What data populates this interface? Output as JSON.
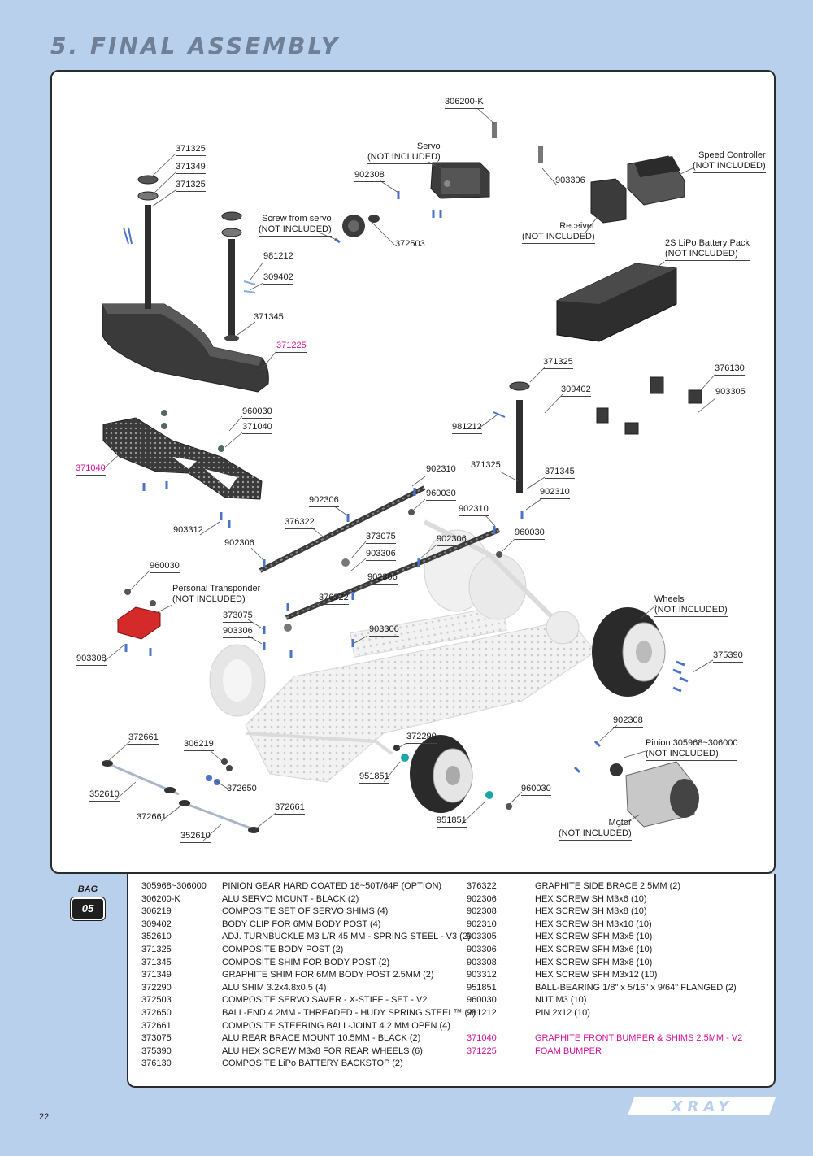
{
  "page": {
    "title": "5. FINAL ASSEMBLY",
    "number": "22"
  },
  "brand": {
    "logo_text": "XRAY"
  },
  "bag": {
    "label": "BAG",
    "number": "05"
  },
  "callouts": [
    {
      "lines": [
        "306200-K"
      ]
    },
    {
      "lines": [
        "Servo",
        "(NOT INCLUDED)"
      ]
    },
    {
      "lines": [
        "Speed Controller",
        "(NOT INCLUDED)"
      ]
    },
    {
      "lines": [
        "371325"
      ]
    },
    {
      "lines": [
        "371349"
      ]
    },
    {
      "lines": [
        "371325"
      ]
    },
    {
      "lines": [
        "902308"
      ]
    },
    {
      "lines": [
        "903306"
      ]
    },
    {
      "lines": [
        "Screw from servo",
        "(NOT INCLUDED)"
      ]
    },
    {
      "lines": [
        "372503"
      ]
    },
    {
      "lines": [
        "Receiver",
        "(NOT INCLUDED)"
      ]
    },
    {
      "lines": [
        "2S LiPo Battery Pack",
        "(NOT INCLUDED)"
      ]
    },
    {
      "lines": [
        "981212"
      ]
    },
    {
      "lines": [
        "309402"
      ]
    },
    {
      "lines": [
        "371345"
      ]
    },
    {
      "lines": [
        "371225"
      ]
    },
    {
      "lines": [
        "371325"
      ]
    },
    {
      "lines": [
        "376130"
      ]
    },
    {
      "lines": [
        "309402"
      ]
    },
    {
      "lines": [
        "903305"
      ]
    },
    {
      "lines": [
        "960030"
      ]
    },
    {
      "lines": [
        "371040"
      ]
    },
    {
      "lines": [
        "981212"
      ]
    },
    {
      "lines": [
        "371040"
      ]
    },
    {
      "lines": [
        "902310"
      ]
    },
    {
      "lines": [
        "371325"
      ]
    },
    {
      "lines": [
        "371345"
      ]
    },
    {
      "lines": [
        "960030"
      ]
    },
    {
      "lines": [
        "902310"
      ]
    },
    {
      "lines": [
        "902306"
      ]
    },
    {
      "lines": [
        "376322"
      ]
    },
    {
      "lines": [
        "902310"
      ]
    },
    {
      "lines": [
        "903312"
      ]
    },
    {
      "lines": [
        "373075"
      ]
    },
    {
      "lines": [
        "960030"
      ]
    },
    {
      "lines": [
        "902306"
      ]
    },
    {
      "lines": [
        "902306"
      ]
    },
    {
      "lines": [
        "903306"
      ]
    },
    {
      "lines": [
        "960030"
      ]
    },
    {
      "lines": [
        "902306"
      ]
    },
    {
      "lines": [
        "Personal Transponder",
        "(NOT INCLUDED)"
      ]
    },
    {
      "lines": [
        "376322"
      ]
    },
    {
      "lines": [
        "Wheels",
        "(NOT INCLUDED)"
      ]
    },
    {
      "lines": [
        "373075"
      ]
    },
    {
      "lines": [
        "903306"
      ]
    },
    {
      "lines": [
        "903306"
      ]
    },
    {
      "lines": [
        "903308"
      ]
    },
    {
      "lines": [
        "375390"
      ]
    },
    {
      "lines": [
        "902308"
      ]
    },
    {
      "lines": [
        "372661"
      ]
    },
    {
      "lines": [
        "372290"
      ]
    },
    {
      "lines": [
        "306219"
      ]
    },
    {
      "lines": [
        "Pinion 305968~306000",
        "(NOT INCLUDED)"
      ]
    },
    {
      "lines": [
        "951851"
      ]
    },
    {
      "lines": [
        "352610"
      ]
    },
    {
      "lines": [
        "372650"
      ]
    },
    {
      "lines": [
        "960030"
      ]
    },
    {
      "lines": [
        "372661"
      ]
    },
    {
      "lines": [
        "372661"
      ]
    },
    {
      "lines": [
        "951851"
      ]
    },
    {
      "lines": [
        "352610"
      ]
    },
    {
      "lines": [
        "Motor",
        "(NOT INCLUDED)"
      ]
    }
  ],
  "parts_left": [
    {
      "code": "305968~306000",
      "desc": "PINION GEAR HARD COATED 18~50T/64P (OPTION)"
    },
    {
      "code": "306200-K",
      "desc": "ALU SERVO MOUNT - BLACK (2)"
    },
    {
      "code": "306219",
      "desc": "COMPOSITE SET OF SERVO SHIMS (4)"
    },
    {
      "code": "309402",
      "desc": "BODY CLIP FOR 6MM BODY POST (4)"
    },
    {
      "code": "352610",
      "desc": "ADJ. TURNBUCKLE M3 L/R 45 MM  - SPRING STEEL - V3 (2)"
    },
    {
      "code": "371325",
      "desc": "COMPOSITE BODY POST (2)"
    },
    {
      "code": "371345",
      "desc": "COMPOSITE SHIM FOR BODY POST (2)"
    },
    {
      "code": "371349",
      "desc": "GRAPHITE SHIM FOR 6MM BODY POST 2.5MM (2)"
    },
    {
      "code": "372290",
      "desc": "ALU SHIM 3.2x4.8x0.5 (4)"
    },
    {
      "code": "372503",
      "desc": "COMPOSITE SERVO SAVER - X-STIFF - SET - V2"
    },
    {
      "code": "372650",
      "desc": "BALL-END 4.2MM - THREADED - HUDY SPRING STEEL™ (2)"
    },
    {
      "code": "372661",
      "desc": "COMPOSITE STEERING BALL-JOINT 4.2 MM OPEN (4)"
    },
    {
      "code": "373075",
      "desc": "ALU REAR BRACE MOUNT 10.5MM - BLACK (2)"
    },
    {
      "code": "375390",
      "desc": "ALU HEX SCREW M3x8 FOR REAR WHEELS (6)"
    },
    {
      "code": "376130",
      "desc": "COMPOSITE LiPo BATTERY BACKSTOP (2)"
    }
  ],
  "parts_right": [
    {
      "code": "376322",
      "desc": "GRAPHITE SIDE BRACE 2.5MM (2)"
    },
    {
      "code": "902306",
      "desc": "HEX SCREW SH M3x6  (10)"
    },
    {
      "code": "902308",
      "desc": "HEX SCREW SH M3x8  (10)"
    },
    {
      "code": "902310",
      "desc": "HEX SCREW SH M3x10  (10)"
    },
    {
      "code": "903305",
      "desc": "HEX SCREW SFH M3x5  (10)"
    },
    {
      "code": "903306",
      "desc": "HEX SCREW SFH M3x6  (10)"
    },
    {
      "code": "903308",
      "desc": "HEX SCREW SFH M3x8  (10)"
    },
    {
      "code": "903312",
      "desc": "HEX SCREW SFH M3x12  (10)"
    },
    {
      "code": "951851",
      "desc": "BALL-BEARING 1/8\" x 5/16\" x 9/64\" FLANGED  (2)"
    },
    {
      "code": "960030",
      "desc": "NUT M3  (10)"
    },
    {
      "code": "981212",
      "desc": "PIN 2x12  (10)"
    },
    {
      "code": "",
      "desc": ""
    },
    {
      "code": "371040",
      "desc": "GRAPHITE FRONT BUMPER & SHIMS 2.5MM - V2"
    },
    {
      "code": "371225",
      "desc": "FOAM BUMPER"
    }
  ],
  "colors": {
    "page_bg": "#b8d0ec",
    "title": "#6f7f95",
    "highlight": "#d0109a",
    "transponder": "#d42a2a"
  }
}
